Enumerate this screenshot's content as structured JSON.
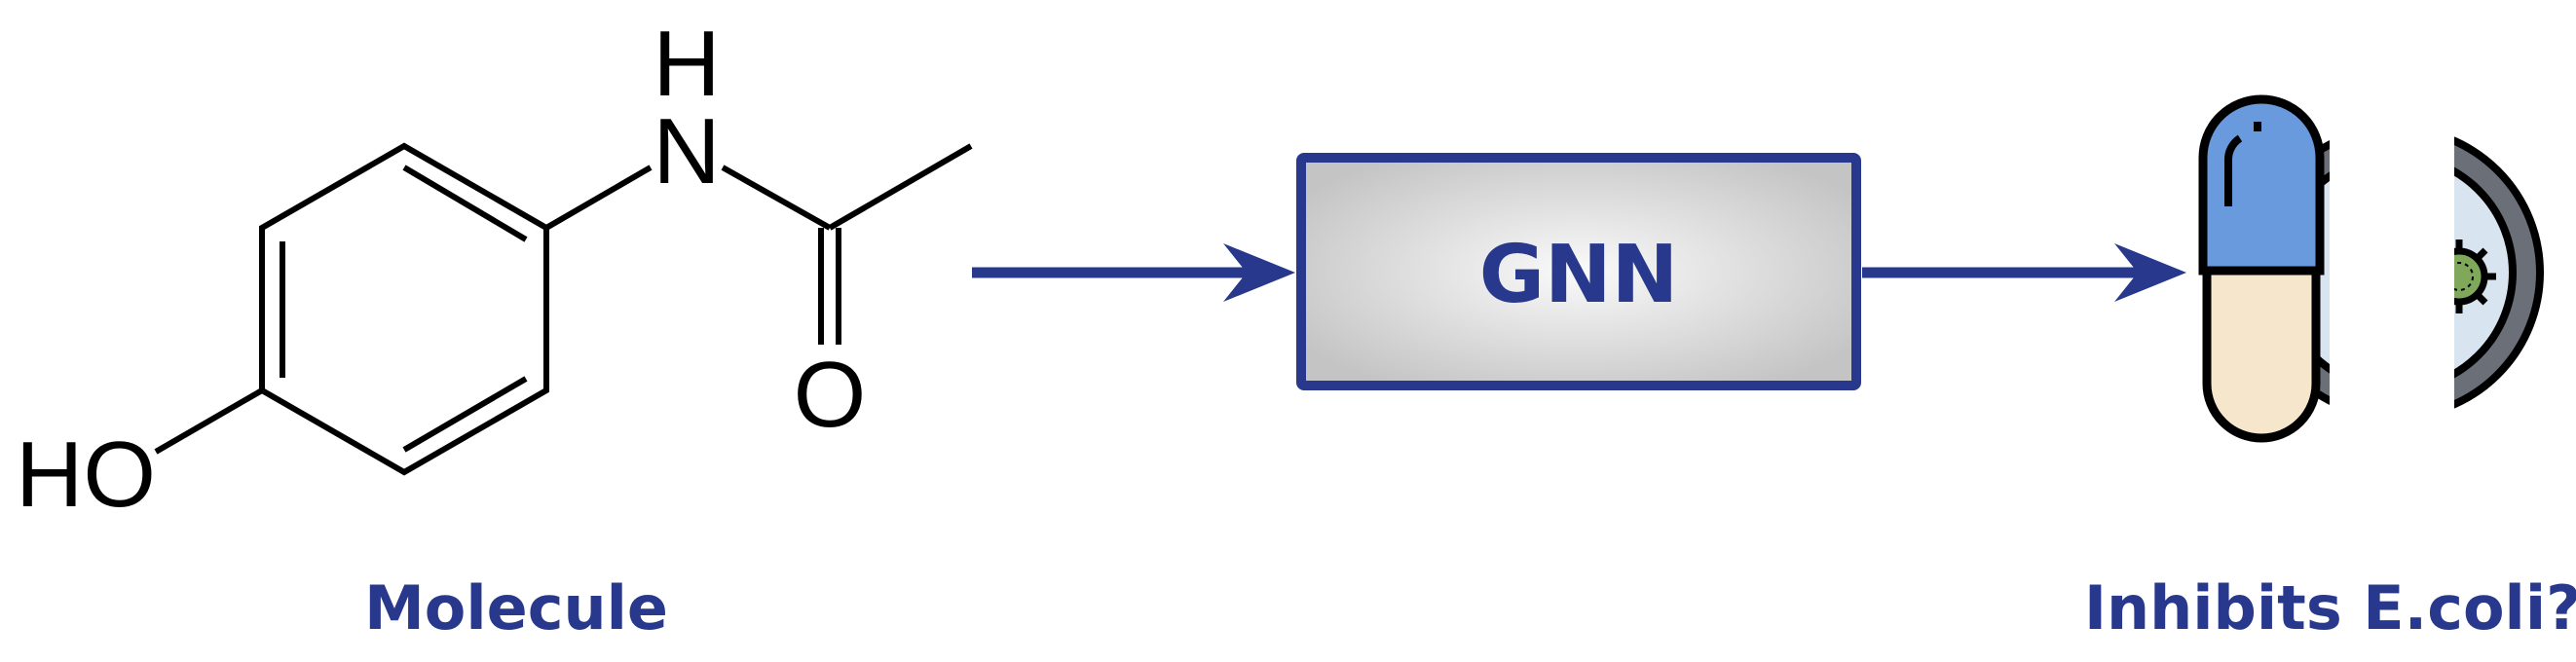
{
  "molecule": {
    "atoms": {
      "h_top": "H",
      "n": "N",
      "o": "O",
      "ho": "HO"
    },
    "caption": "Molecule"
  },
  "model": {
    "label": "GNN"
  },
  "output": {
    "caption": "Inhibits E.coli?"
  },
  "colors": {
    "accent": "#28388c",
    "capsule_top": "#6a9ade",
    "capsule_bottom": "#f5e6cc",
    "dish_fill": "#d8e4f0",
    "dish_ring": "#6b6f78",
    "bacteria": "#7fa85a"
  },
  "icons": {
    "pill": "capsule-pill-icon",
    "dish": "petri-dish-bacteria-icon"
  }
}
